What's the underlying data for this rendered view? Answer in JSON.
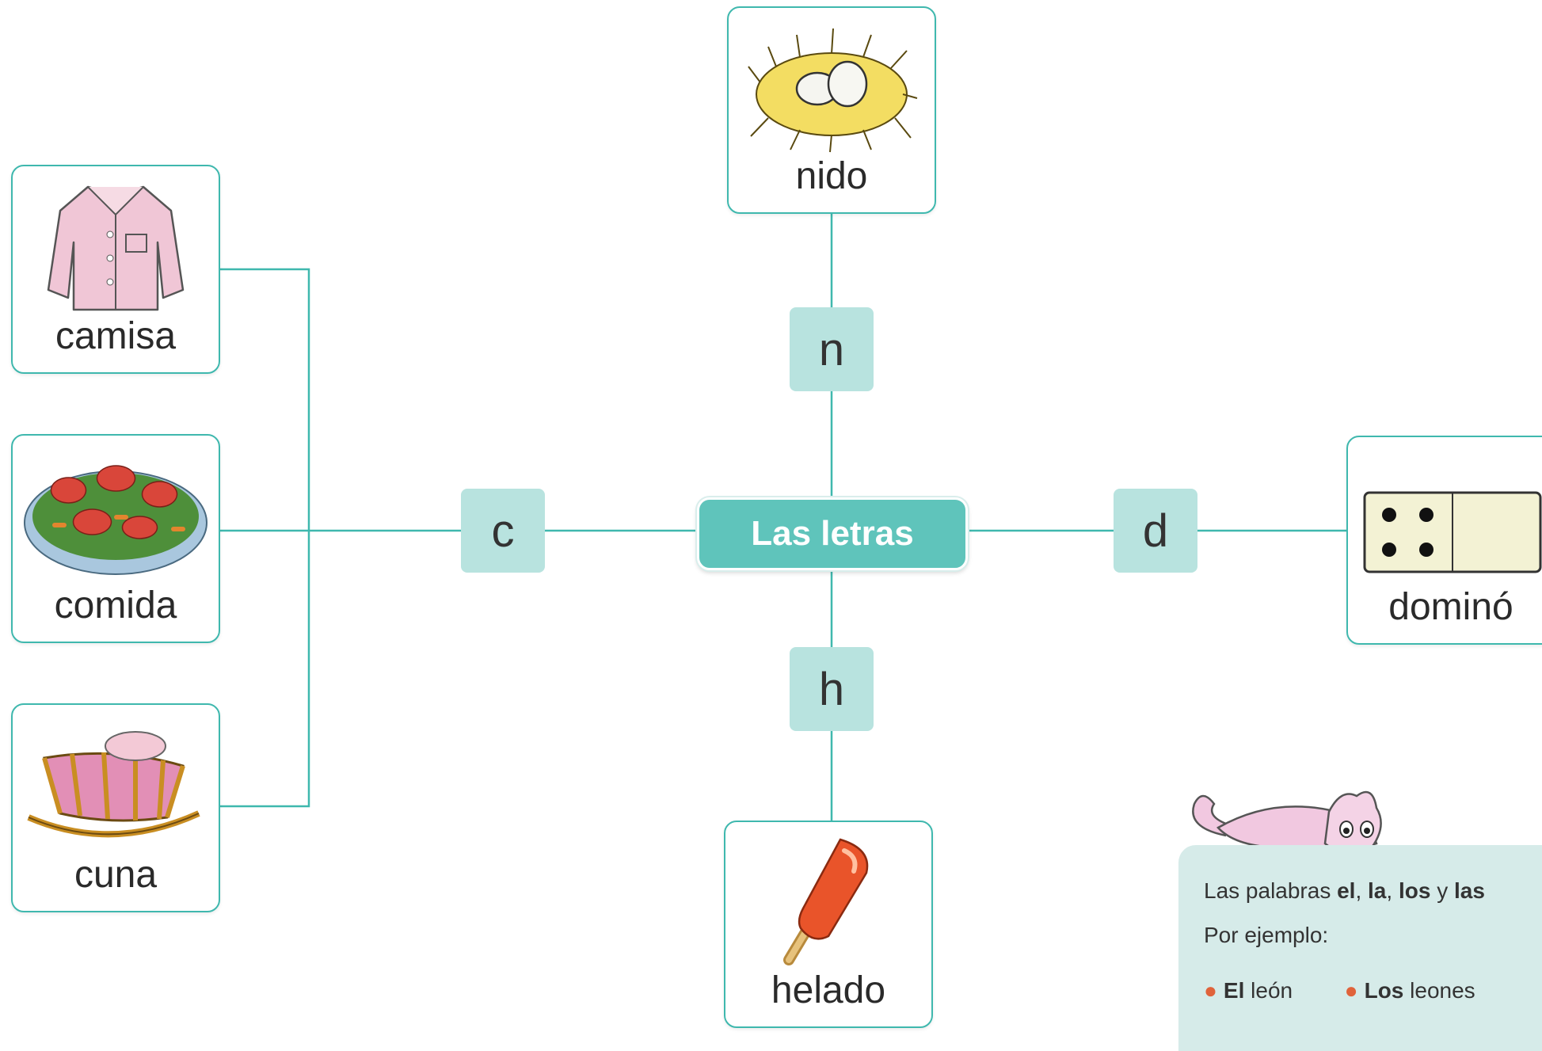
{
  "title": "Las letras",
  "branches": {
    "n": {
      "letter": "n",
      "words": [
        "nido"
      ]
    },
    "c": {
      "letter": "c",
      "words": [
        "camisa",
        "comida",
        "cuna"
      ]
    },
    "d": {
      "letter": "d",
      "words": [
        "dominó"
      ]
    },
    "h": {
      "letter": "h",
      "words": [
        "helado"
      ]
    }
  },
  "note": {
    "line1_prefix": "Las palabras ",
    "w_el": "el",
    "sep1": ", ",
    "w_la": "la",
    "sep2": ", ",
    "w_los": "los",
    "sep3": " y ",
    "w_las": "las",
    "line2": "Por ejemplo:",
    "ex1_bold": "El",
    "ex1_rest": " león",
    "ex2_bold": "Los",
    "ex2_rest": " leones"
  },
  "colors": {
    "accent": "#3fb8ae",
    "letter_bg": "#b8e3df",
    "center_bg": "#5fc4bb",
    "note_bg": "#d6ebe9",
    "bullet": "#e0633b"
  }
}
